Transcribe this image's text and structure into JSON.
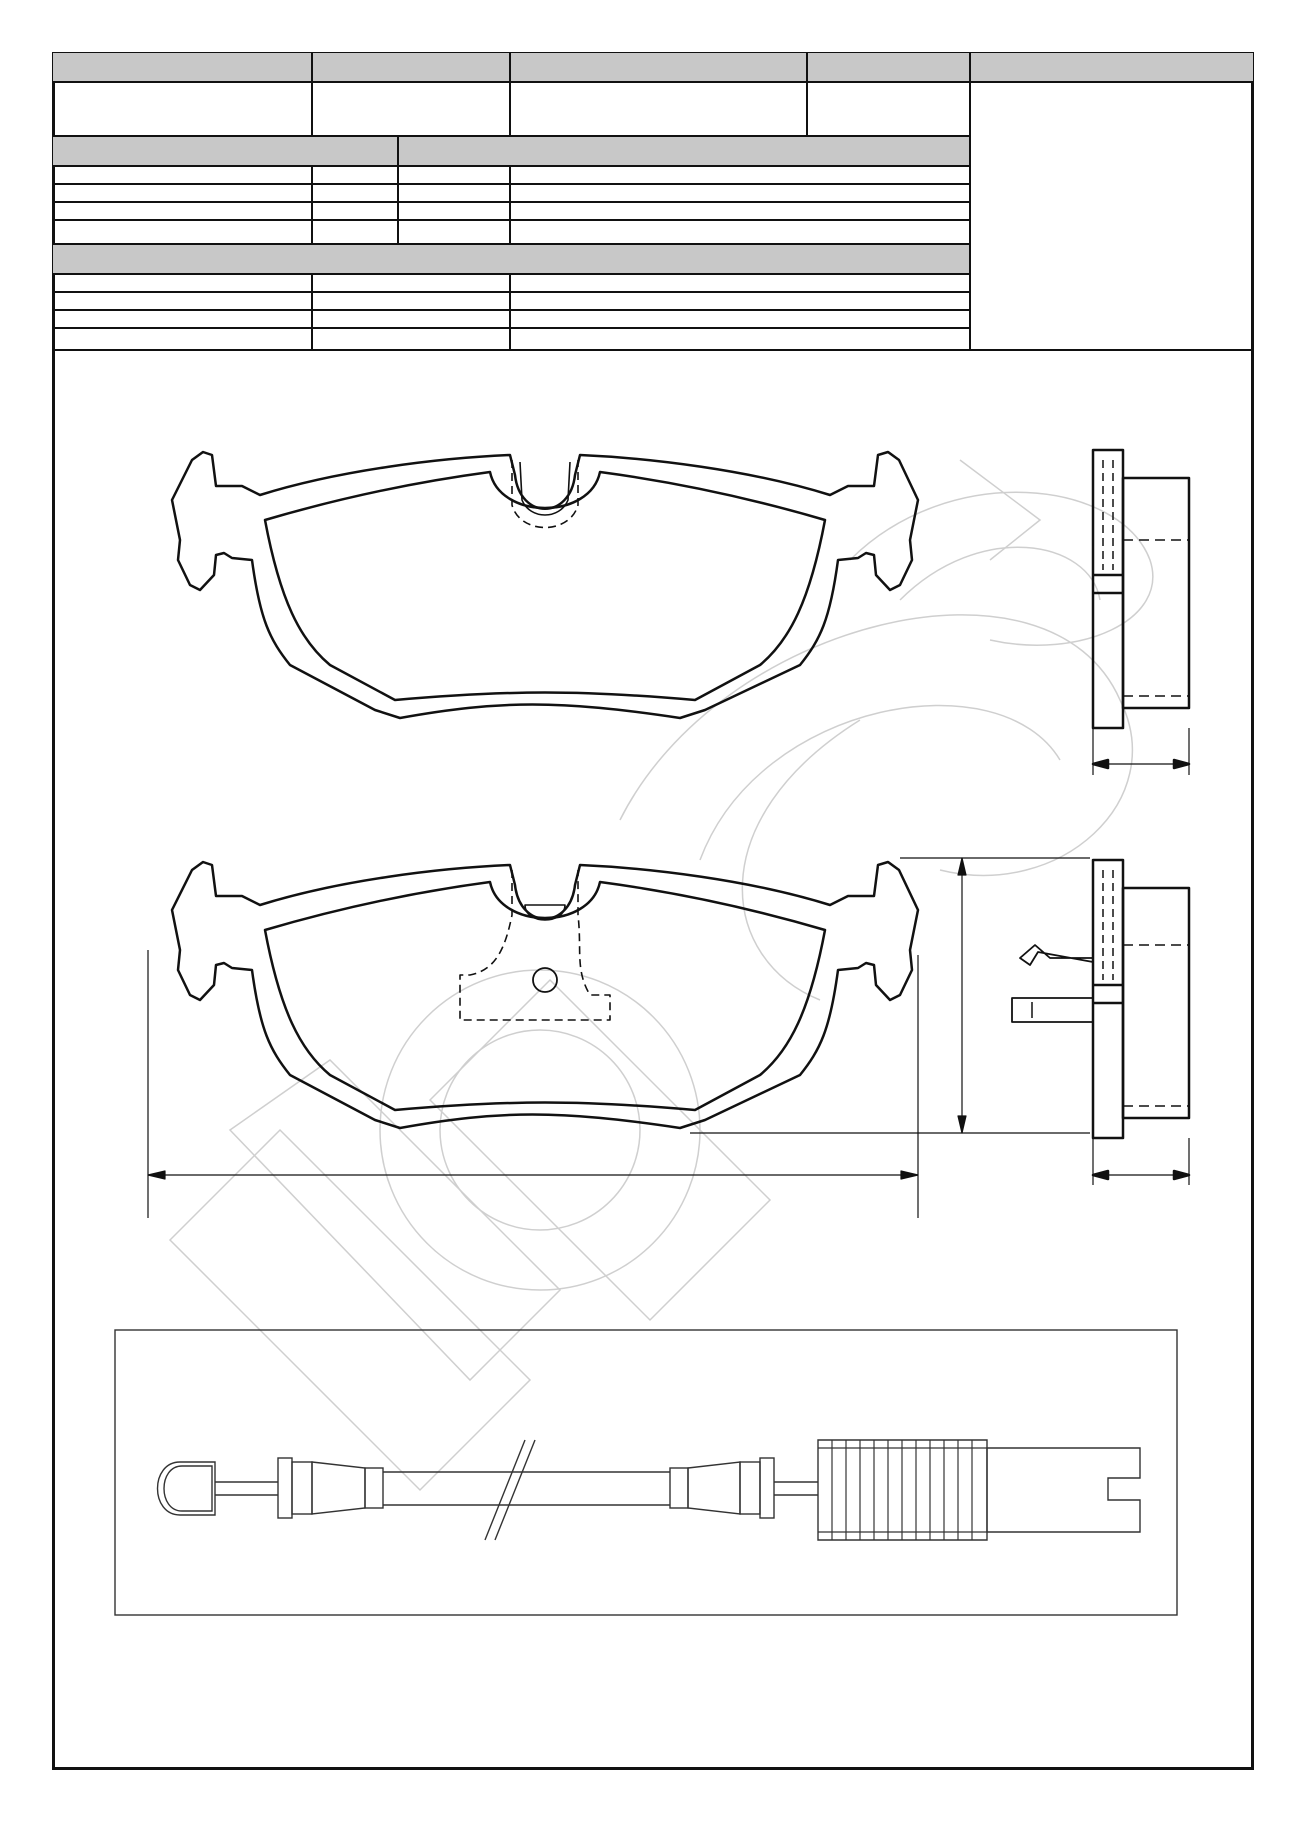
{
  "sheet": {
    "header_columns": [
      "",
      "",
      "",
      "",
      ""
    ],
    "top_values": [
      "",
      "",
      "",
      ""
    ],
    "section_a": {
      "header": [
        "",
        "",
        "",
        ""
      ],
      "rows": [
        [
          "",
          "",
          "",
          ""
        ],
        [
          "",
          "",
          "",
          ""
        ],
        [
          "",
          "",
          "",
          ""
        ],
        [
          "",
          "",
          "",
          ""
        ]
      ]
    },
    "section_b": {
      "header": [
        "",
        "",
        "",
        ""
      ],
      "rows": [
        [
          "",
          "",
          ""
        ],
        [
          "",
          "",
          ""
        ],
        [
          "",
          "",
          ""
        ],
        [
          "",
          "",
          ""
        ]
      ]
    },
    "side_panel": ""
  },
  "views": [
    {
      "name": "pad-front-view"
    },
    {
      "name": "pad-side-view"
    },
    {
      "name": "pad-back-view-with-sensor-plate"
    },
    {
      "name": "pad-side-view-with-clip"
    },
    {
      "name": "wear-sensor-cable"
    }
  ],
  "dimensions": {
    "width": "",
    "height": "",
    "thickness_top": "",
    "thickness_bottom": ""
  },
  "colors": {
    "line": "#111111",
    "watermark": "#cfcfcf",
    "header_fill": "#c8c8c8"
  }
}
